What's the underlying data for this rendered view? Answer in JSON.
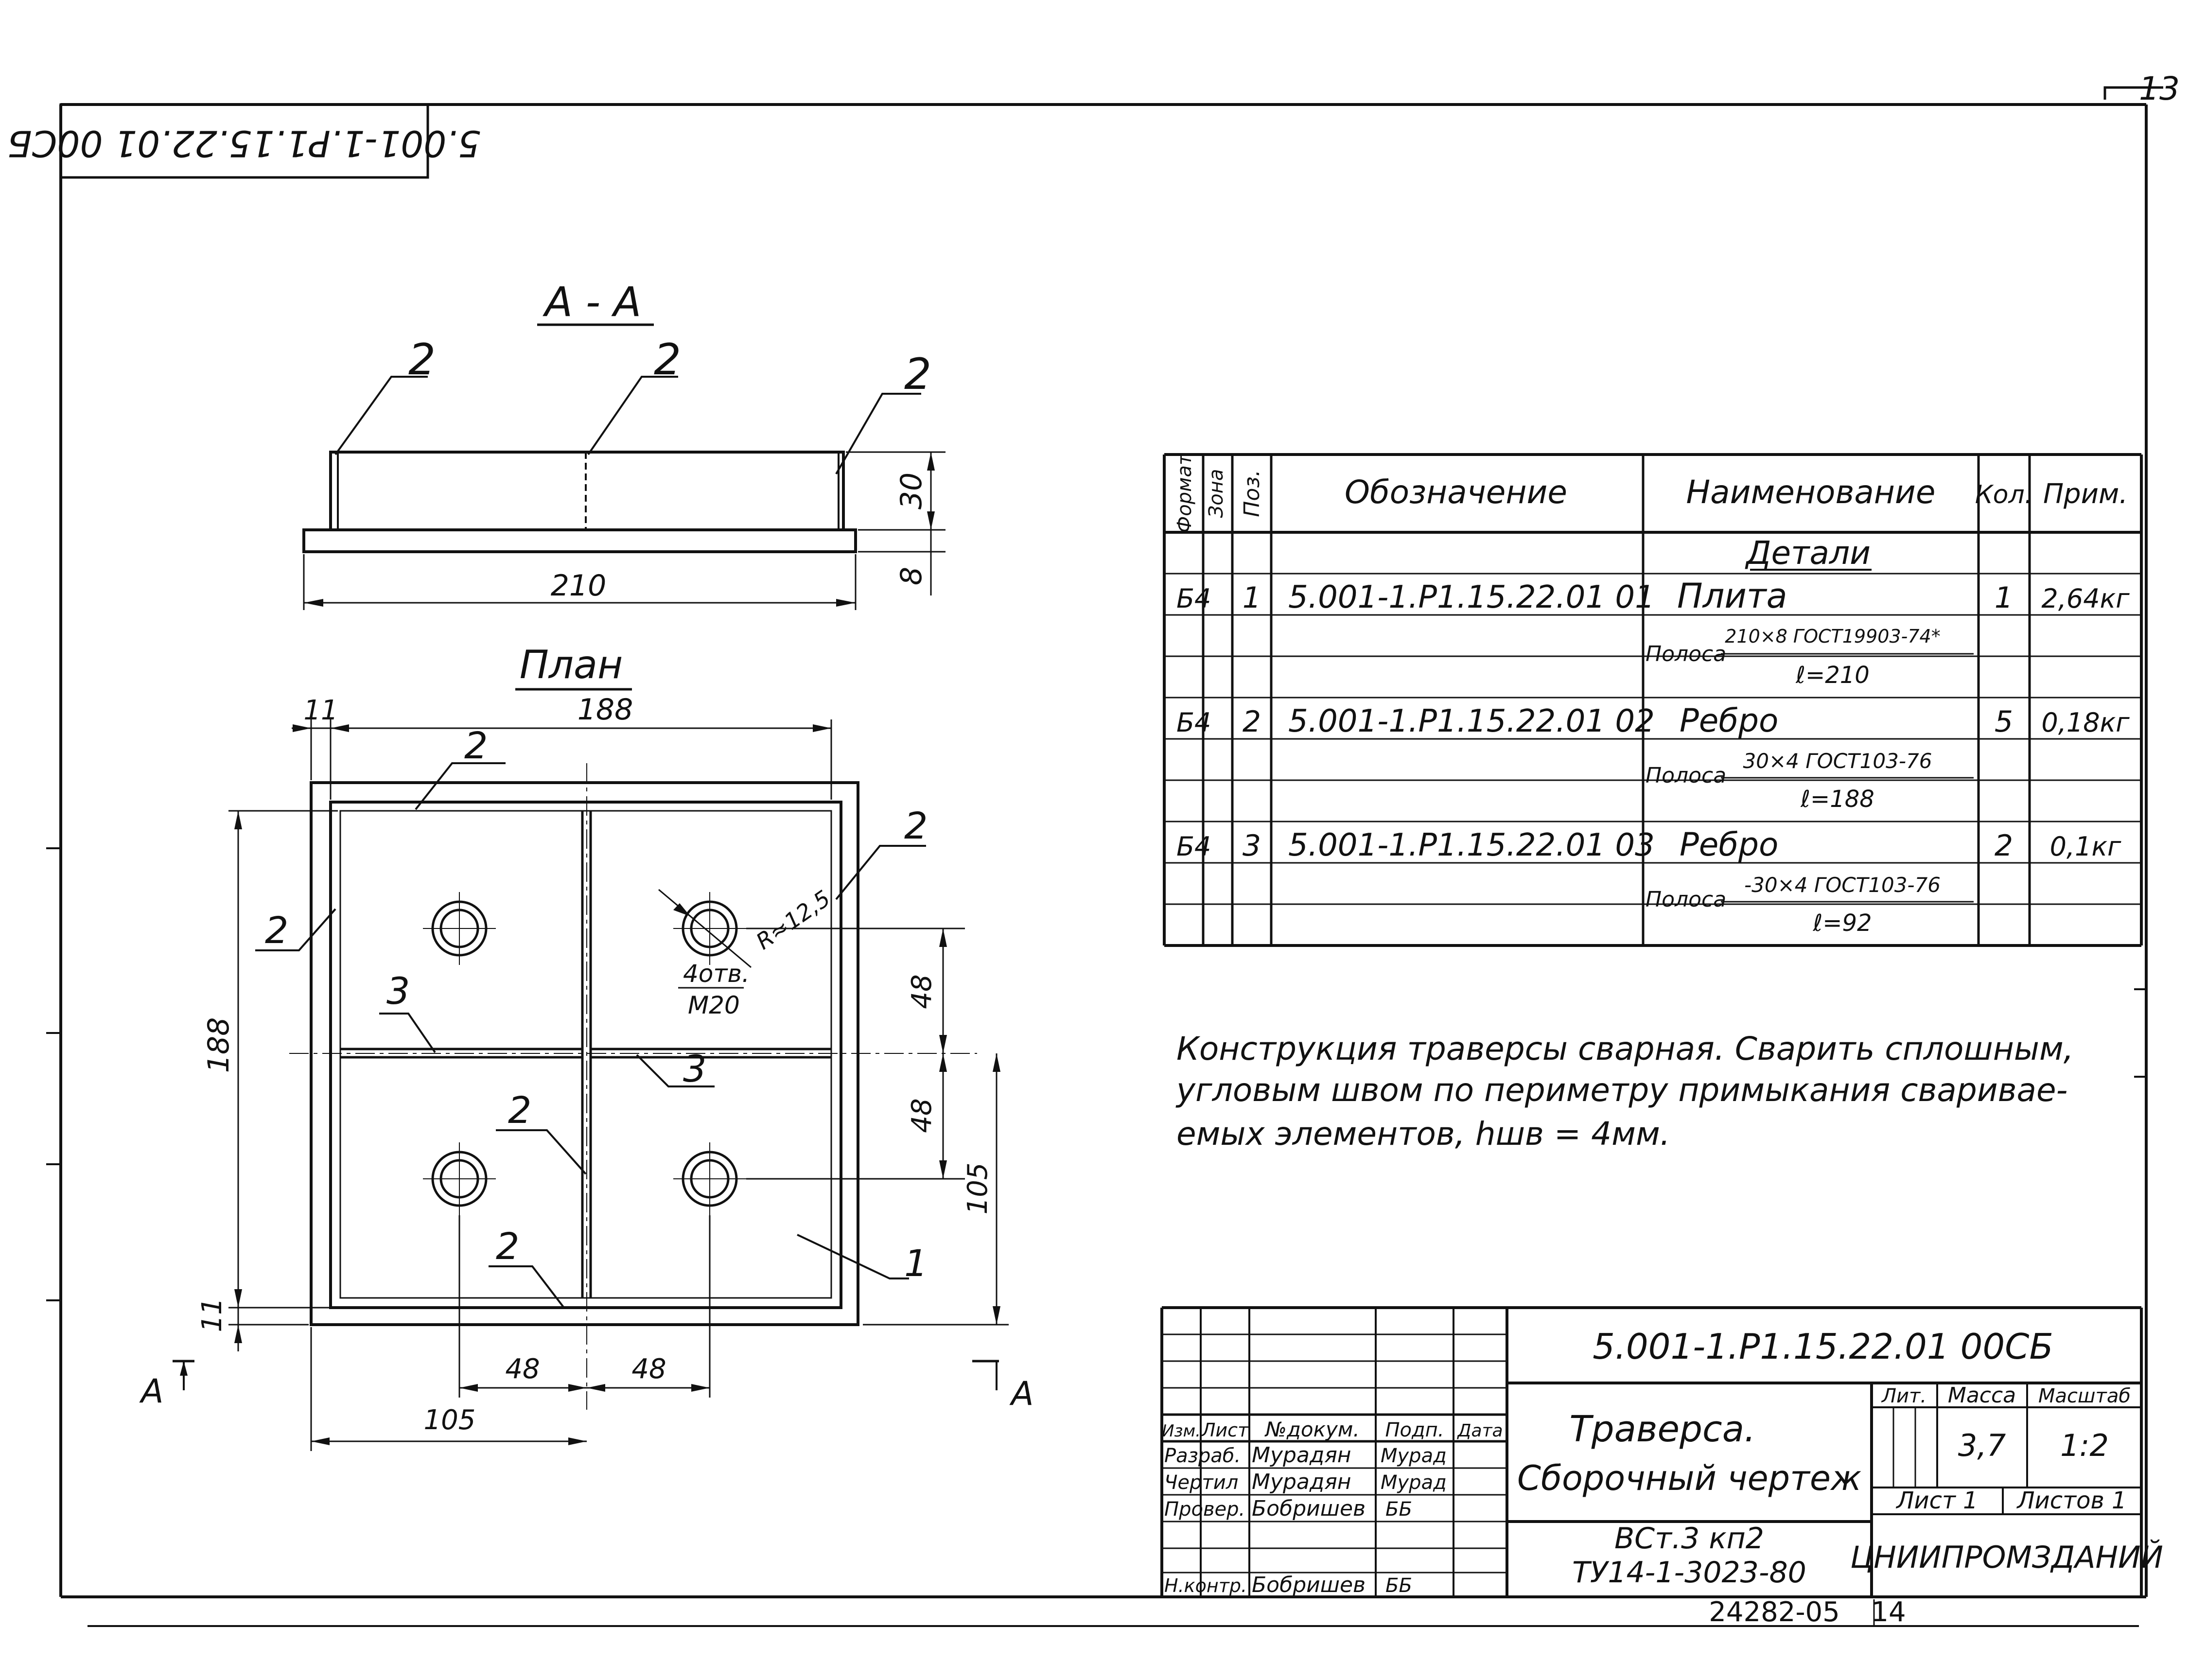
{
  "sheet": {
    "code_rotated": "5.001-1.Р1.15.22.01 00СБ",
    "page_number": "13",
    "inventory_number": "24282-05",
    "inventory_page": "14"
  },
  "section_view": {
    "title": "А - А",
    "callouts": [
      "2",
      "2",
      "2"
    ],
    "dimensions": {
      "width": "210",
      "rib_height": "30",
      "plate_thickness": "8"
    }
  },
  "plan_view": {
    "title": "План",
    "dimensions": {
      "left_margin": "11",
      "rib_length_top": "188",
      "rib_length_left": "188",
      "bottom_margin": "11",
      "hole_spacing_right_top": "48",
      "hole_spacing_right_bottom": "48",
      "half_height_right": "105",
      "hole_spacing_bottom_left": "48",
      "hole_spacing_bottom_right": "48",
      "half_width_bottom": "105"
    },
    "hole_note": {
      "radius": "R≈12,5",
      "count": "4отв.",
      "thread": "M20"
    },
    "callouts": {
      "top": "2",
      "left": "2",
      "right": "2",
      "center_vertical": "2",
      "bottom": "2",
      "rib3_left": "3",
      "rib3_right": "3",
      "plate": "1"
    },
    "section_mark": "А"
  },
  "spec_table": {
    "headers": {
      "format": "Формат",
      "zone": "Зона",
      "pos": "Поз.",
      "designation": "Обозначение",
      "name": "Наименование",
      "qty": "Кол.",
      "note": "Прим."
    },
    "section_label": "Детали",
    "rows": [
      {
        "format": "Б4",
        "pos": "1",
        "designation": "5.001-1.Р1.15.22.01 01",
        "name": "Плита",
        "qty": "1",
        "note": "2,64кг",
        "material_prefix": "Полоса",
        "material_top": "210×8 ГОСТ19903-74*",
        "material_bottom": "ℓ=210"
      },
      {
        "format": "Б4",
        "pos": "2",
        "designation": "5.001-1.Р1.15.22.01 02",
        "name": "Ребро",
        "qty": "5",
        "note": "0,18кг",
        "material_prefix": "Полоса",
        "material_top": "30×4 ГОСТ103-76",
        "material_bottom": "ℓ=188"
      },
      {
        "format": "Б4",
        "pos": "3",
        "designation": "5.001-1.Р1.15.22.01 03",
        "name": "Ребро",
        "qty": "2",
        "note": "0,1кг",
        "material_prefix": "Полоса",
        "material_top": "-30×4 ГОСТ103-76",
        "material_bottom": "ℓ=92"
      }
    ]
  },
  "notes": [
    "Конструкция траверсы сварная. Сварить сплошным,",
    "угловым швом по периметру примыкания свариваe-",
    "емых элементов, hшв = 4мм."
  ],
  "title_block": {
    "document_code": "5.001-1.Р1.15.22.01 00СБ",
    "title_line1": "Траверса.",
    "title_line2": "Сборочный чертеж",
    "material_line1": "ВСт.3 кп2",
    "material_line2": "ТУ14-1-3023-80",
    "organization": "ЦНИИПРОМЗДАНИЙ",
    "headers": {
      "change": "Изм.",
      "sheet": "Лист",
      "doc_no": "№докум.",
      "signature": "Подп.",
      "date": "Дата"
    },
    "signatures": [
      {
        "role": "Разраб.",
        "name": "Мурадян",
        "sign": "Мурад"
      },
      {
        "role": "Чертил",
        "name": "Мурадян",
        "sign": "Мурад"
      },
      {
        "role": "Провер.",
        "name": "Бобришев",
        "sign": "ББ"
      },
      {
        "role": "Н.контр.",
        "name": "Бобришев",
        "sign": "ББ"
      }
    ],
    "labels": {
      "lit": "Лит.",
      "mass": "Масса",
      "scale": "Масштаб",
      "sheet": "Лист 1",
      "sheets": "Листов 1"
    },
    "mass_value": "3,7",
    "scale_value": "1:2"
  }
}
